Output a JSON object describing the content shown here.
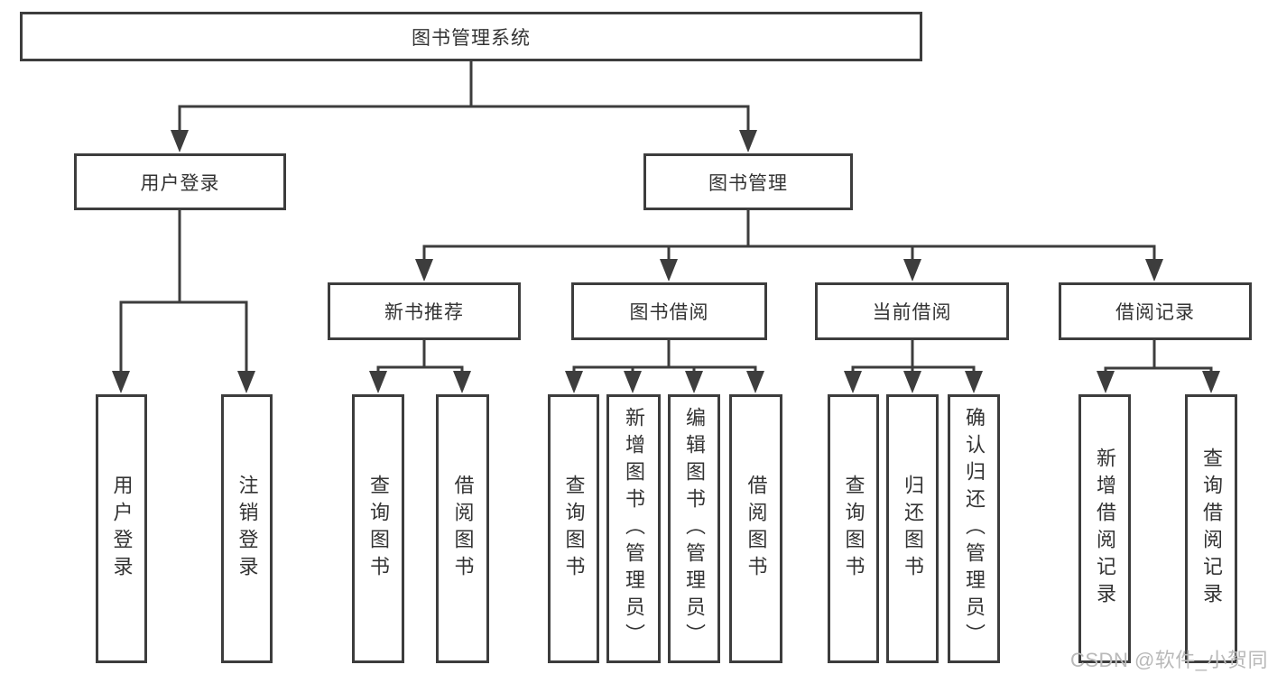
{
  "diagram": {
    "root": {
      "label": "图书管理系统"
    },
    "level2": [
      {
        "label": "用户登录"
      },
      {
        "label": "图书管理"
      }
    ],
    "level3": [
      {
        "label": "新书推荐"
      },
      {
        "label": "图书借阅"
      },
      {
        "label": "当前借阅"
      },
      {
        "label": "借阅记录"
      }
    ],
    "leaves": {
      "user_login": [
        "用户登录",
        "注销登录"
      ],
      "new_books": [
        "查询图书",
        "借阅图书"
      ],
      "book_borrow": [
        "查询图书",
        "新增图书（管理员）",
        "编辑图书（管理员）",
        "借阅图书"
      ],
      "current_borrow": [
        "查询图书",
        "归还图书",
        "确认归还（管理员）"
      ],
      "borrow_records": [
        "新增借阅记录",
        "查询借阅记录"
      ]
    },
    "watermark": "CSDN @软件_小贺同学",
    "colors": {
      "line": "#3d3d3d",
      "text": "#333333",
      "watermark": "#b9b9b9",
      "background": "#ffffff"
    }
  }
}
